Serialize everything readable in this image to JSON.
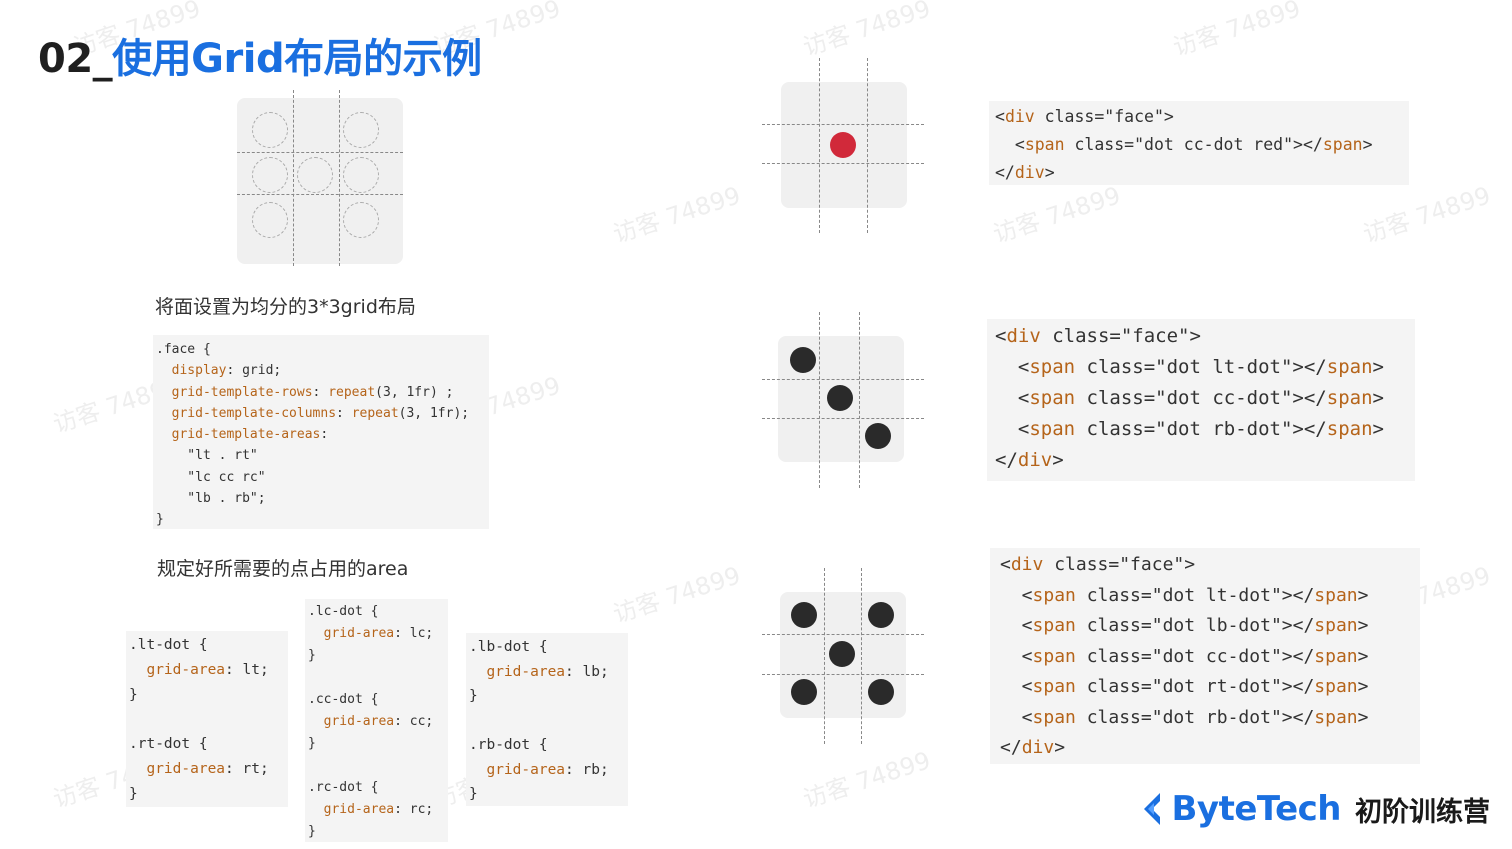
{
  "title": {
    "number": "02_",
    "text": "使用Grid布局的示例"
  },
  "captions": {
    "grid_setup": "将面设置为均分的3*3grid布局",
    "areas": "规定好所需要的点占用的area"
  },
  "face_css": [
    ".face {",
    "  display: grid;",
    "  grid-template-rows: repeat(3, 1fr) ;",
    "  grid-template-columns: repeat(3, 1fr);",
    "  grid-template-areas:",
    "    \"lt . rt\"",
    "    \"lc cc rc\"",
    "    \"lb . rb\";",
    "}"
  ],
  "area_css_col1": [
    ".lt-dot {",
    "  grid-area: lt;",
    "}",
    "",
    ".rt-dot {",
    "  grid-area: rt;",
    "}"
  ],
  "area_css_col2": [
    ".lc-dot {",
    "  grid-area: lc;",
    "}",
    "",
    ".cc-dot {",
    "  grid-area: cc;",
    "}",
    "",
    ".rc-dot {",
    "  grid-area: rc;",
    "}"
  ],
  "area_css_col3": [
    ".lb-dot {",
    "  grid-area: lb;",
    "}",
    "",
    ".rb-dot {",
    "  grid-area: rb;",
    "}"
  ],
  "html_example_1": [
    "<div class=\"face\">",
    "  <span class=\"dot cc-dot red\"></span>",
    "</div>"
  ],
  "html_example_2": [
    "<div class=\"face\">",
    "  <span class=\"dot lt-dot\"></span>",
    "  <span class=\"dot cc-dot\"></span>",
    "  <span class=\"dot rb-dot\"></span>",
    "</div>"
  ],
  "html_example_3": [
    "<div class=\"face\">",
    "  <span class=\"dot lt-dot\"></span>",
    "  <span class=\"dot lb-dot\"></span>",
    "  <span class=\"dot cc-dot\"></span>",
    "  <span class=\"dot rt-dot\"></span>",
    "  <span class=\"dot rb-dot\"></span>",
    "</div>"
  ],
  "logo": {
    "brand": "ByteTech",
    "sub": "初阶训练营"
  },
  "watermark": "访客 74899",
  "colors": {
    "accent": "#1a6fe0",
    "red_dot": "#d1293a",
    "dot": "#2a2a2a",
    "tag": "#b5641a"
  }
}
